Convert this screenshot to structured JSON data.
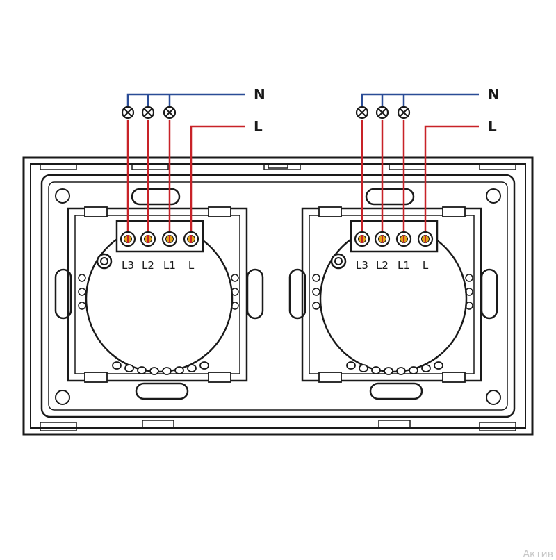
{
  "wire_labels": {
    "neutral": "N",
    "live": "L"
  },
  "terminal_labels": [
    "L3",
    "L2",
    "L1",
    "L"
  ],
  "wire_colors": {
    "neutral": "#2a4c96",
    "live": "#c82228"
  },
  "terminal_color": "#e2a21a",
  "outline_color": "#1a1a1a",
  "watermark": "Актив"
}
